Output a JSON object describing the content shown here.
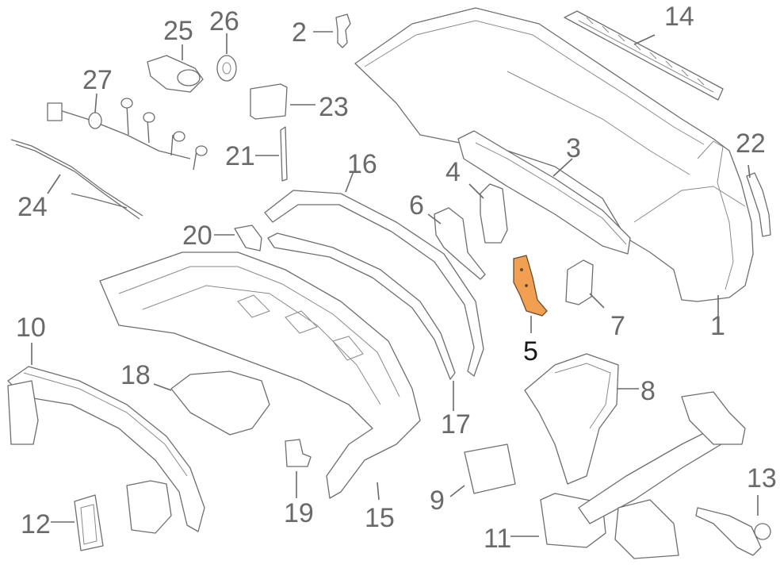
{
  "colors": {
    "line": "#6e6e6e",
    "label": "#6a6a6a",
    "highlight": "#f0a050",
    "highlight_label": "#1a1a1a"
  },
  "highlighted_part": "5",
  "callouts": {
    "c1": "1",
    "c2": "2",
    "c3": "3",
    "c4": "4",
    "c5": "5",
    "c6": "6",
    "c7": "7",
    "c8": "8",
    "c9": "9",
    "c10": "10",
    "c11": "11",
    "c12": "12",
    "c13": "13",
    "c14": "14",
    "c15": "15",
    "c16": "16",
    "c17": "17",
    "c18": "18",
    "c19": "19",
    "c20": "20",
    "c21": "21",
    "c22": "22",
    "c23": "23",
    "c24": "24",
    "c25": "25",
    "c26": "26",
    "c27": "27"
  }
}
